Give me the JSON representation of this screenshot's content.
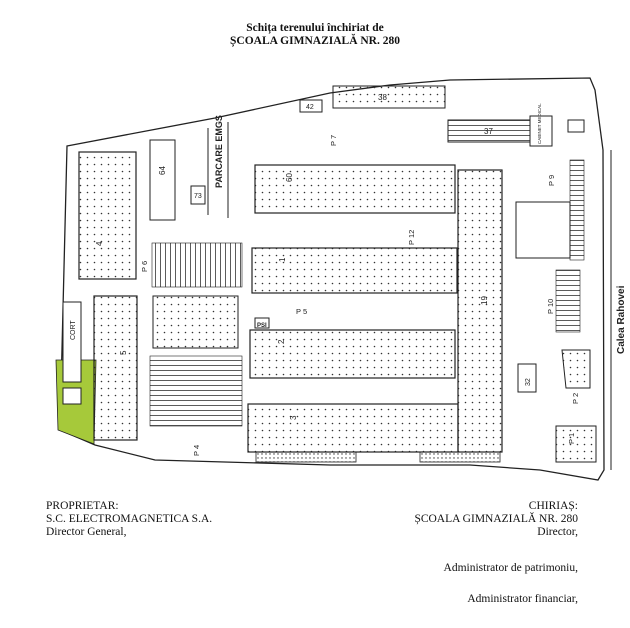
{
  "header": {
    "title_line1": "Schița terenului închiriat de",
    "title_line2": "ȘCOALA GIMNAZIALĂ NR. 280"
  },
  "map": {
    "labels": {
      "b38": "38",
      "b42": "42",
      "parcare": "PARCARE EMGS",
      "b64": "64",
      "b73": "73",
      "b37": "37",
      "cabinet": "CABINET MEDICAL",
      "p7": "P 7",
      "p9": "P 9",
      "b60": "60",
      "p12": "P 12",
      "b1": "1",
      "p6": "P 6",
      "b4": "4",
      "cort": "CORT",
      "b5": "5",
      "psi": "PSI",
      "p5": "P 5",
      "b19": "19",
      "p10": "P 10",
      "b2": "2",
      "b3": "3",
      "b32": "32",
      "p2": "P 2",
      "p1": "P 1",
      "p4": "P 4",
      "calea": "Calea Rahovei"
    },
    "colors": {
      "leased_area": "#a6c93a",
      "lines": "#222222"
    }
  },
  "signatures": {
    "owner_heading": "PROPRIETAR:",
    "owner_name": "S.C. ELECTROMAGNETICA S.A.",
    "owner_role": "Director General,",
    "tenant_heading": "CHIRIAȘ:",
    "tenant_name": "ȘCOALA GIMNAZIALĂ NR. 280",
    "tenant_role1": "Director,",
    "tenant_role2": "Administrator de patrimoniu,",
    "tenant_role3": "Administrator financiar,"
  }
}
